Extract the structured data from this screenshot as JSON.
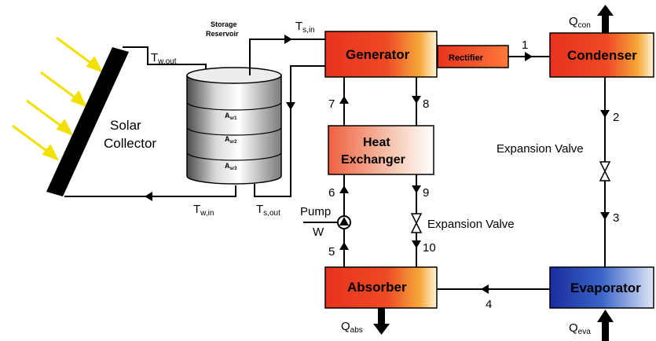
{
  "labels": {
    "solar_collector": [
      "Solar",
      "Collector"
    ],
    "storage_reservoir": [
      "Storage",
      "Reservoir"
    ],
    "tank_segments": [
      "A",
      "A",
      "A"
    ],
    "tank_segment_subs": [
      "sr1",
      "sr2",
      "sr3"
    ],
    "generator": "Generator",
    "rectifier": "Rectifier",
    "condenser": "Condenser",
    "heat_exchanger": [
      "Heat",
      "Exchanger"
    ],
    "absorber": "Absorber",
    "evaporator": "Evaporator",
    "pump": "Pump",
    "work": "W",
    "expansion_valve_right": "Expansion Valve",
    "expansion_valve_mid": "Expansion Valve",
    "t_w_out": {
      "main": "T",
      "sub": "w,out"
    },
    "t_w_in": {
      "main": "T",
      "sub": "w,in"
    },
    "t_s_in": {
      "main": "T",
      "sub": "s,in"
    },
    "t_s_out": {
      "main": "T",
      "sub": "s,out"
    },
    "q_con": {
      "main": "Q",
      "sub": "con"
    },
    "q_abs": {
      "main": "Q",
      "sub": "abs"
    },
    "q_eva": {
      "main": "Q",
      "sub": "eva"
    }
  },
  "stream_numbers": [
    "1",
    "2",
    "3",
    "4",
    "5",
    "6",
    "7",
    "8",
    "9",
    "10"
  ],
  "colors": {
    "hot": "#e8321e",
    "warm": "#f7a93a",
    "cold": "#1a2c9c",
    "sun_ray": "#f2e000",
    "collector": "#000000"
  }
}
